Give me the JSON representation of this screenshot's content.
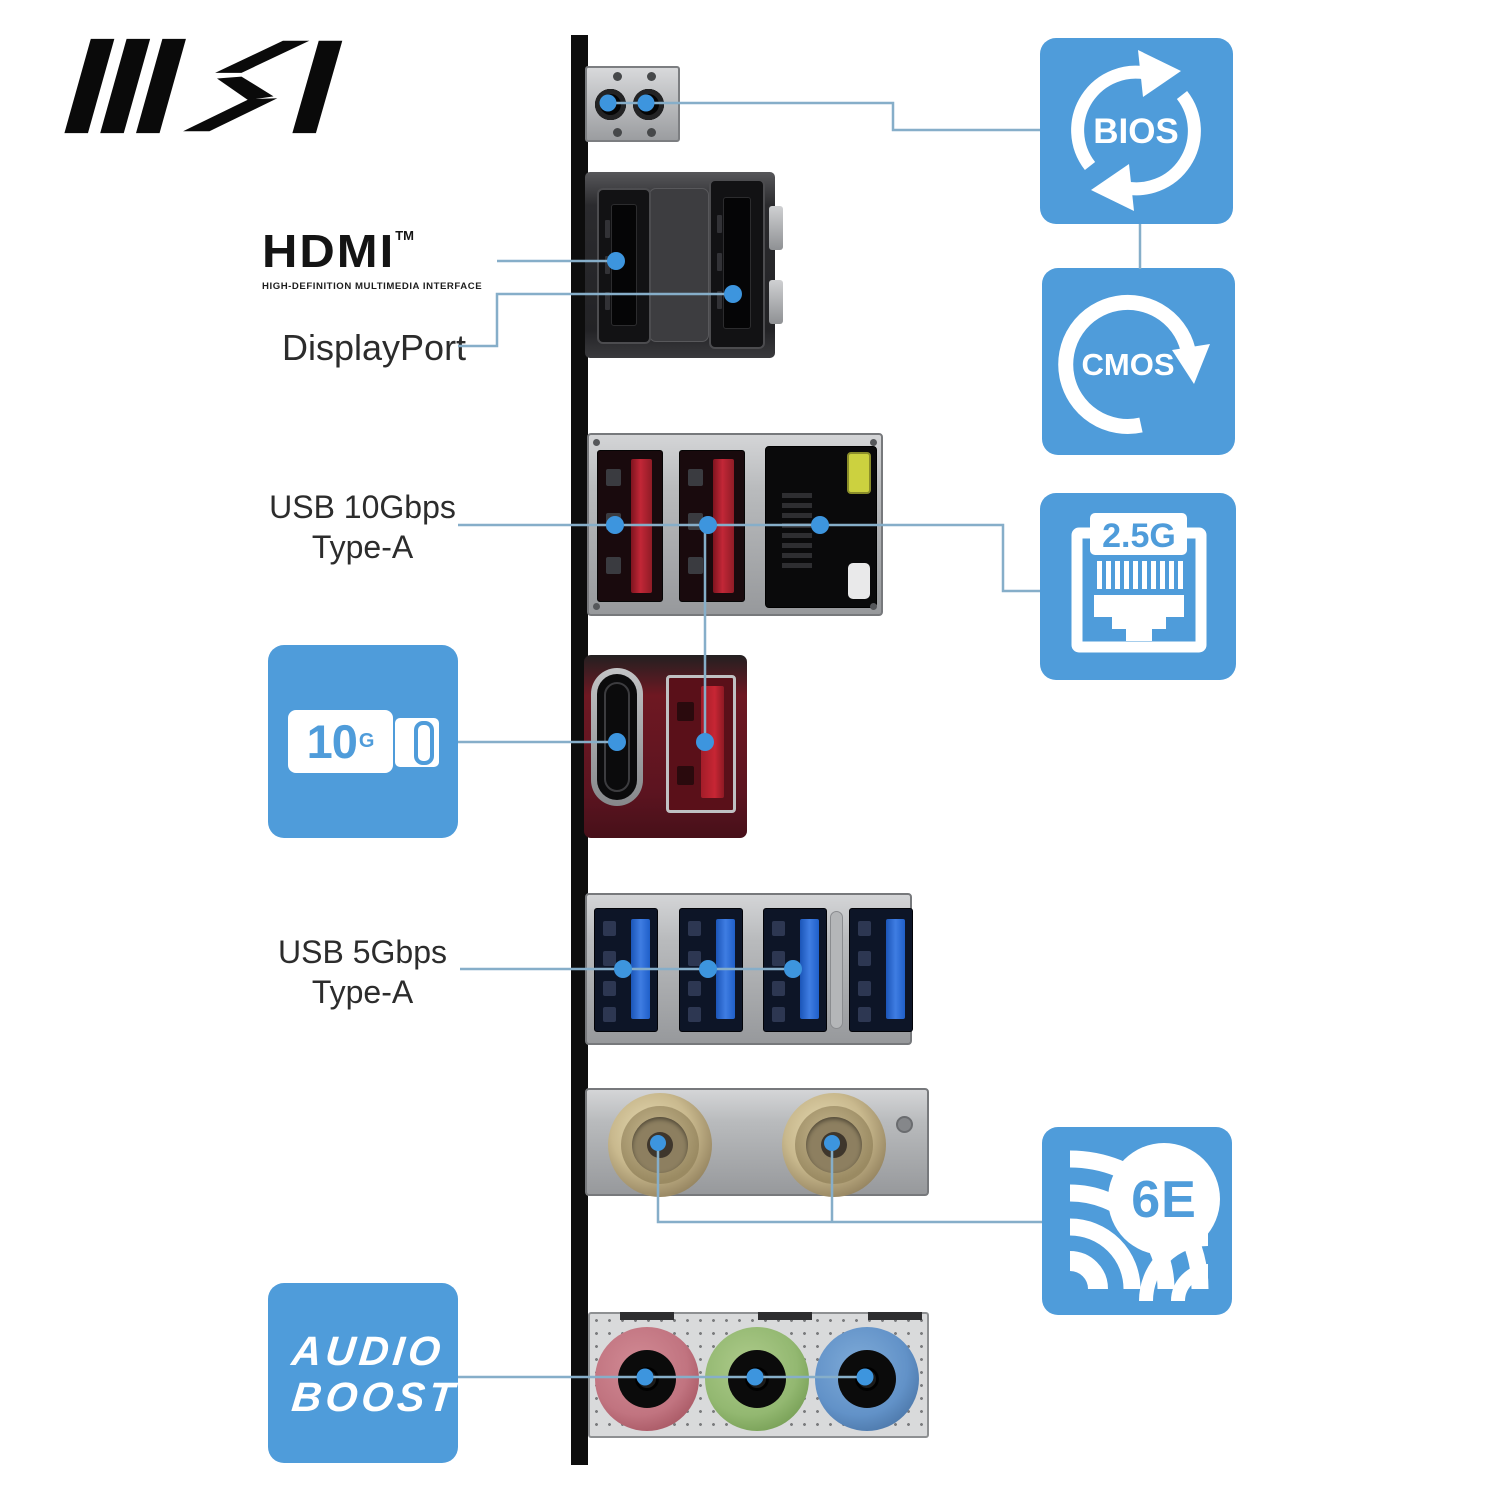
{
  "brand": {
    "name": "MSI"
  },
  "labels": {
    "hdmi": {
      "wordmark": "HDMI",
      "trademark": "TM",
      "subtitle": "HIGH-DEFINITION MULTIMEDIA INTERFACE"
    },
    "displayport": "DisplayPort",
    "usb10": {
      "line1": "USB 10Gbps",
      "line2": "Type-A"
    },
    "usb5": {
      "line1": "USB 5Gbps",
      "line2": "Type-A"
    }
  },
  "feature_badges": {
    "bios": {
      "label": "BIOS"
    },
    "cmos": {
      "label": "CMOS"
    },
    "lan": {
      "label": "2.5G"
    },
    "wifi": {
      "label": "6E"
    },
    "usb_type_c": {
      "value": "10",
      "unit": "G"
    },
    "audio": {
      "line1": "AUDIO",
      "line2": "BOOST"
    }
  },
  "port_graphics": [
    "bios-flash-button",
    "hdmi-port",
    "displayport-port",
    "usb-10gbps-type-a-ports",
    "lan-rj45-port",
    "usb-type-c-10g-port",
    "usb-10gbps-type-a-port",
    "usb-5gbps-type-a-ports",
    "wifi-antenna-connectors",
    "audio-jacks"
  ],
  "colors": {
    "badge_blue": "#4f9cda",
    "callout_line": "#86aec9",
    "callout_dot": "#3d95de",
    "label_text": "#2c2c2c",
    "audio_jack_colors": [
      "#c17480",
      "#93b871",
      "#6292c8"
    ]
  }
}
